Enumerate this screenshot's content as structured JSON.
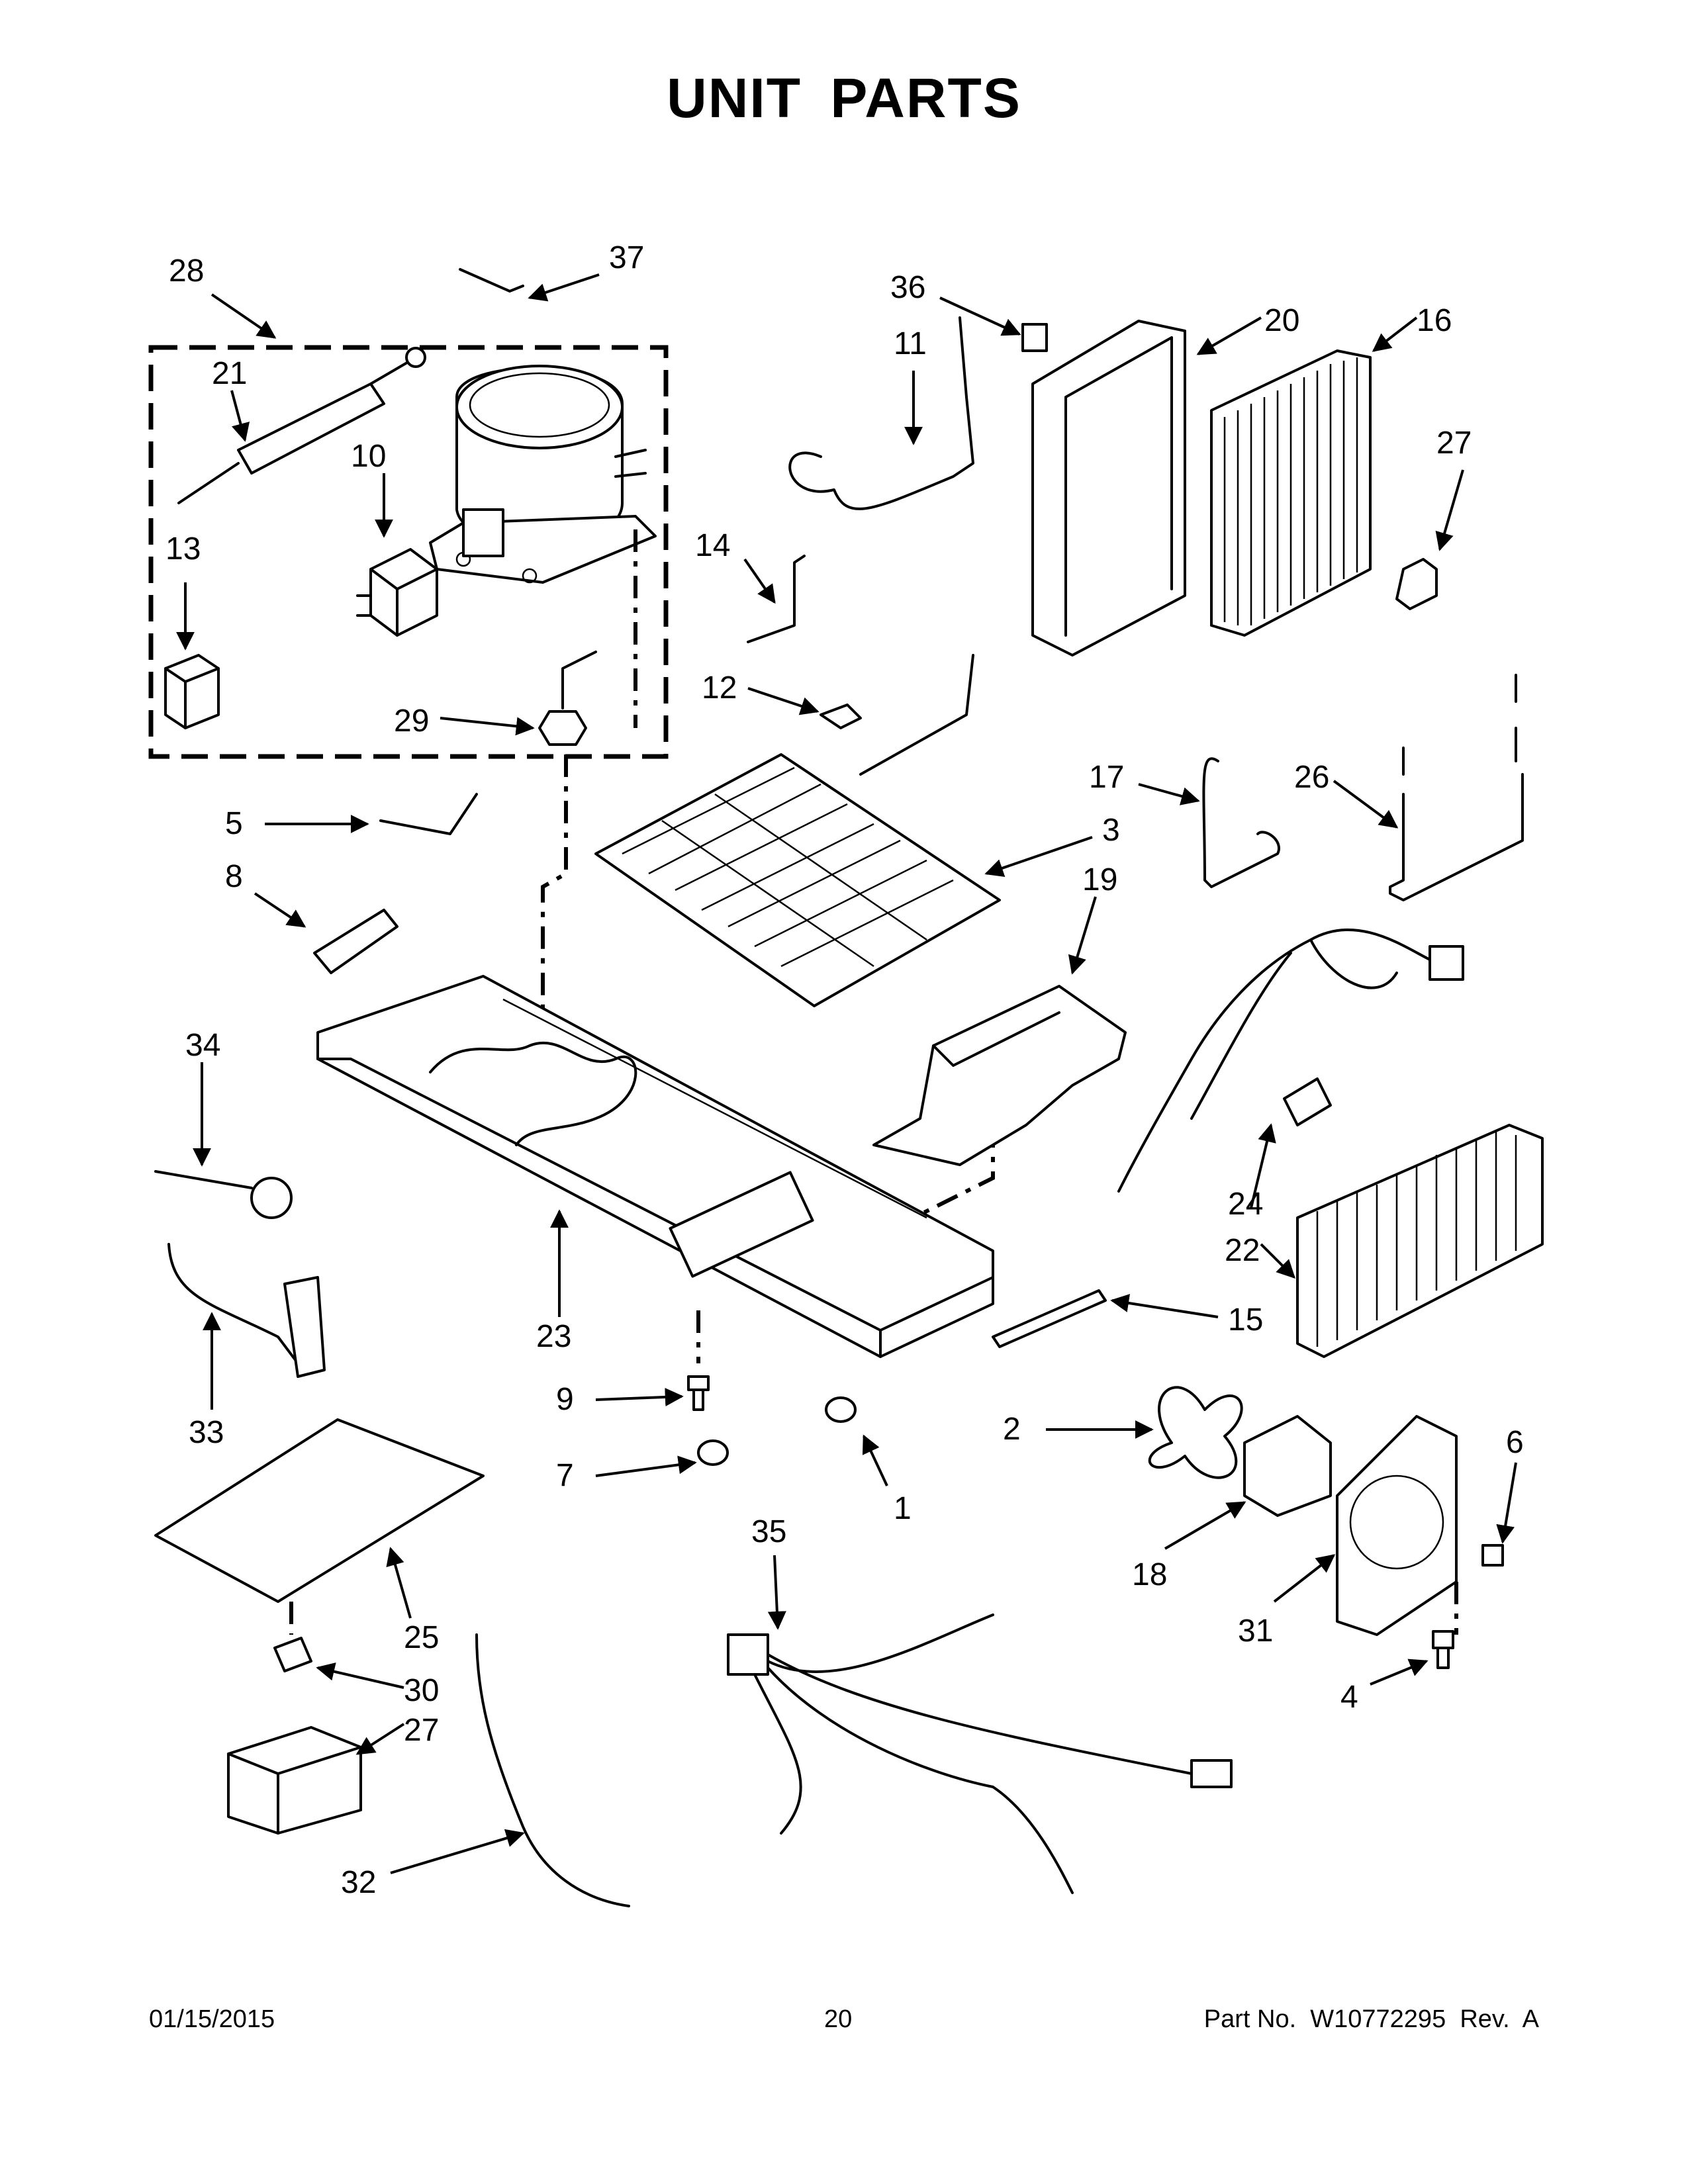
{
  "title": "UNIT PARTS",
  "footer": {
    "date": "01/15/2015",
    "page": "20",
    "part_no": "Part No.  W10772295  Rev.  A"
  },
  "callouts": {
    "c1": "1",
    "c2": "2",
    "c3": "3",
    "c4": "4",
    "c5": "5",
    "c6": "6",
    "c7": "7",
    "c8": "8",
    "c9": "9",
    "c10": "10",
    "c11": "11",
    "c12": "12",
    "c13": "13",
    "c14": "14",
    "c15": "15",
    "c16": "16",
    "c17": "17",
    "c18": "18",
    "c19": "19",
    "c20": "20",
    "c21": "21",
    "c22": "22",
    "c23": "23",
    "c24": "24",
    "c25": "25",
    "c26": "26",
    "c27a": "27",
    "c27b": "27",
    "c28": "28",
    "c29": "29",
    "c30": "30",
    "c31": "31",
    "c32": "32",
    "c33": "33",
    "c34": "34",
    "c35": "35",
    "c36": "36",
    "c37": "37"
  }
}
